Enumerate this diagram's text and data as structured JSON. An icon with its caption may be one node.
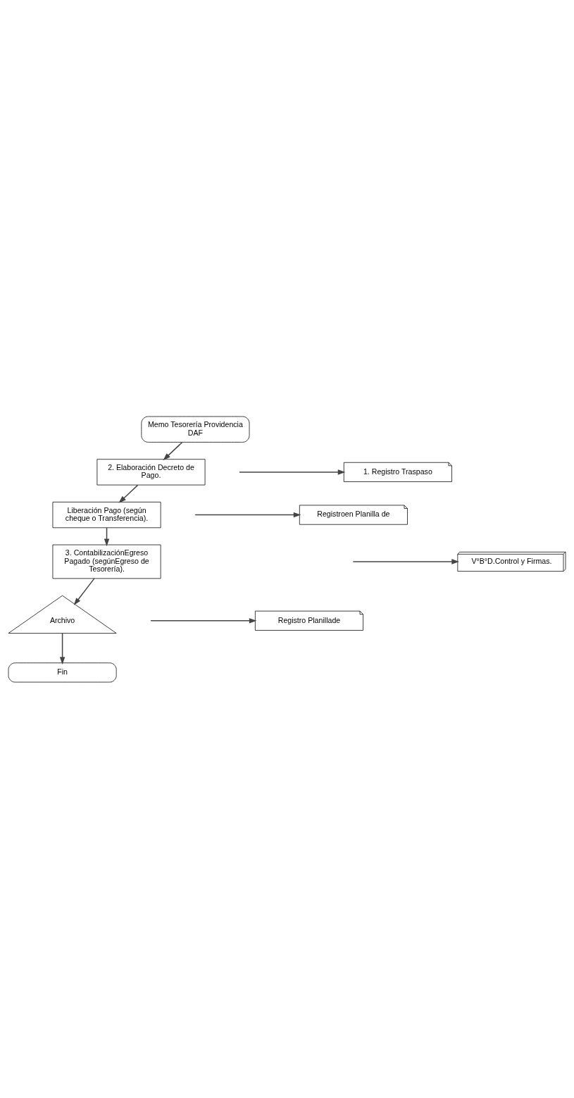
{
  "diagram": {
    "nodes": [
      {
        "text": [
          "Memo Tesorería Providencia DAF"
        ]
      },
      {
        "text": [
          "1. Registro Traspaso"
        ]
      },
      {
        "text": [
          "2. Elaboración Decreto de Pago."
        ]
      },
      {
        "text": [
          "Registroen Planilla de"
        ]
      },
      {
        "text": [
          "V°B°D.Control y Firmas."
        ]
      },
      {
        "text": [
          "Liberación Pago (según cheque o Transferencia)."
        ]
      },
      {
        "text": [
          "3. ContabilizaciónEgreso Pagado (segúnEgreso de Tesorería)."
        ]
      },
      {
        "text": [
          "Registro Planillade"
        ]
      },
      {
        "text": [
          "Archivo"
        ]
      },
      {
        "text": [
          "Fin"
        ]
      }
    ],
    "edges": [
      {
        "from": 0,
        "to": 2,
        "arrow": "to"
      },
      {
        "from": null,
        "to": 1,
        "arrow": "to"
      },
      {
        "from": 2,
        "to": 5,
        "arrow": "to"
      },
      {
        "from": null,
        "to": 3,
        "arrow": "to"
      },
      {
        "from": null,
        "to": 4,
        "arrow": "to"
      },
      {
        "from": 5,
        "to": 6,
        "arrow": "to"
      },
      {
        "from": 6,
        "to": 8,
        "arrow": "to"
      },
      {
        "from": null,
        "to": 7,
        "arrow": "to"
      },
      {
        "from": 8,
        "to": 9,
        "arrow": "to"
      }
    ]
  }
}
